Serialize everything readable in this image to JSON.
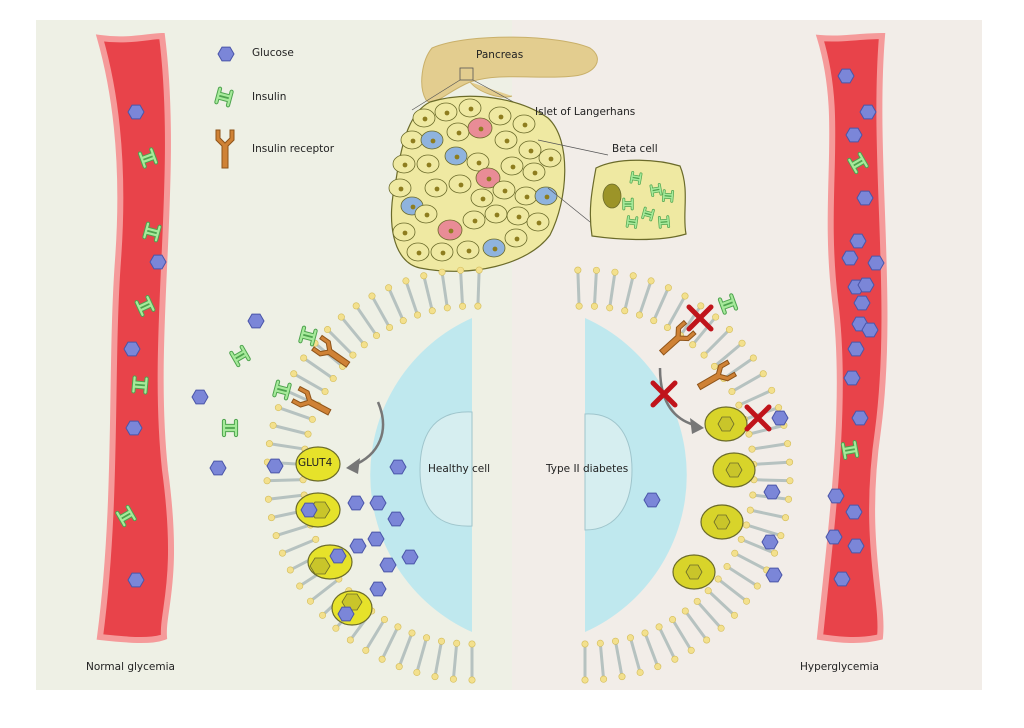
{
  "legend": [
    {
      "icon": "glucose-hexagon",
      "label": "Glucose"
    },
    {
      "icon": "insulin-molecule",
      "label": "Insulin"
    },
    {
      "icon": "insulin-receptor",
      "label": "Insulin receptor"
    }
  ],
  "labels": {
    "pancreas": "Pancreas",
    "islet": "Islet of Langerhans",
    "beta_cell": "Beta cell",
    "glut4": "GLUT4",
    "healthy_cell": "Healthy cell",
    "type2": "Type II diabetes",
    "normal": "Normal glycemia",
    "hyper": "Hyperglycemia"
  },
  "colors": {
    "left_bg": "#eef0e5",
    "right_bg": "#f2ede8",
    "vessel": "#e8434a",
    "vessel_edge": "#f59a9a",
    "glucose": "#7b86d8",
    "insulin": "#8ad88a",
    "receptor": "#cf8236",
    "cytoplasm": "#bfe8ee",
    "glut4": "#e6e22a",
    "pancreas": "#e3cd8f",
    "islet_cell": "#efe9a2",
    "blocked": "#c0141b"
  }
}
